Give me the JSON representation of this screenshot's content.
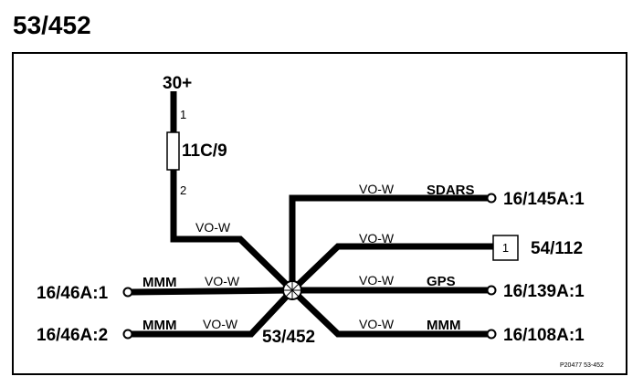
{
  "title": "53/452",
  "splice": {
    "label": "53/452"
  },
  "power": {
    "label": "30+"
  },
  "fuse": {
    "label": "11C/9",
    "pin_top": "1",
    "pin_bottom": "2"
  },
  "wire_color": "VO-W",
  "connections": [
    {
      "endpoint": "16/145A:1",
      "circuit": "SDARS",
      "wire": "VO-W"
    },
    {
      "endpoint": "54/112",
      "connector_pin": "1",
      "wire": "VO-W"
    },
    {
      "endpoint": "16/139A:1",
      "circuit": "GPS",
      "wire": "VO-W"
    },
    {
      "endpoint": "16/108A:1",
      "circuit": "MMM",
      "wire": "VO-W"
    },
    {
      "endpoint": "16/46A:1",
      "circuit": "MMM",
      "wire": "VO-W"
    },
    {
      "endpoint": "16/46A:2",
      "circuit": "MMM",
      "wire": "VO-W"
    }
  ],
  "footer": {
    "ref": "P20477  53-452"
  }
}
